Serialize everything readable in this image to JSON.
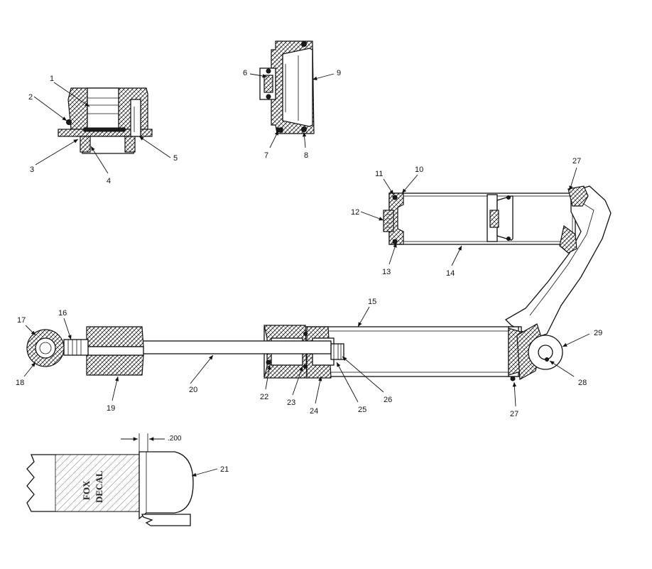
{
  "diagram": {
    "callouts": [
      "1",
      "2",
      "3",
      "4",
      "5",
      "6",
      "7",
      "8",
      "9",
      "10",
      "11",
      "12",
      "13",
      "14",
      "15",
      "16",
      "17",
      "18",
      "19",
      "20",
      "21",
      "22",
      "23",
      "24",
      "25",
      "26",
      "27",
      "27",
      "28",
      "29"
    ],
    "dimension_label": ".200",
    "decal_text_line1": "FOX",
    "decal_text_line2": "DECAL"
  }
}
